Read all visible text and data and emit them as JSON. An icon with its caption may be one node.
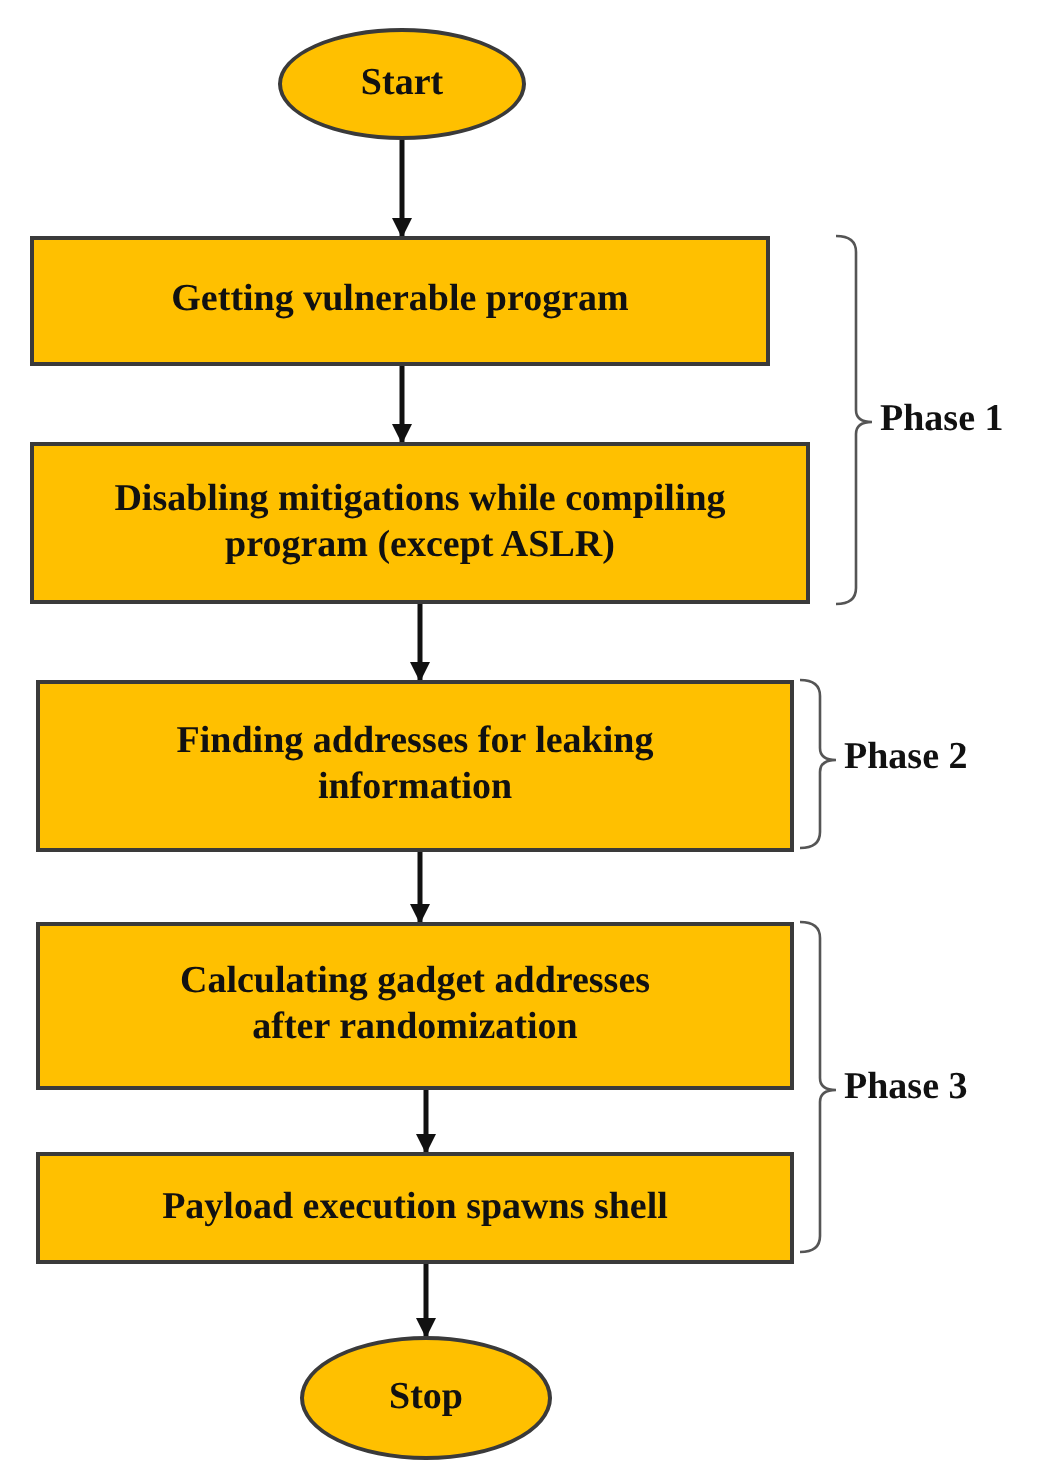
{
  "diagram": {
    "nodes": [
      {
        "text": [
          "Start"
        ]
      },
      {
        "text": [
          "Getting vulnerable program"
        ]
      },
      {
        "text": [
          "Disabling mitigations while compiling program (except ASLR)"
        ]
      },
      {
        "text": [
          "Finding addresses for leaking information"
        ]
      },
      {
        "text": [
          "Calculating gadget addresses after randomization"
        ]
      },
      {
        "text": [
          "Payload execution spawns shell"
        ]
      },
      {
        "text": [
          "Stop"
        ]
      }
    ],
    "edges": [
      {
        "from": 0,
        "to": 1,
        "arrow": "to"
      },
      {
        "from": 1,
        "to": 2,
        "arrow": "to"
      },
      {
        "from": 2,
        "to": 3,
        "arrow": "to"
      },
      {
        "from": 3,
        "to": 4,
        "arrow": "to"
      },
      {
        "from": 4,
        "to": 5,
        "arrow": "to"
      },
      {
        "from": 5,
        "to": 6,
        "arrow": "to"
      }
    ],
    "labels": [
      "Phase 1",
      "Phase 2",
      "Phase 3"
    ]
  }
}
